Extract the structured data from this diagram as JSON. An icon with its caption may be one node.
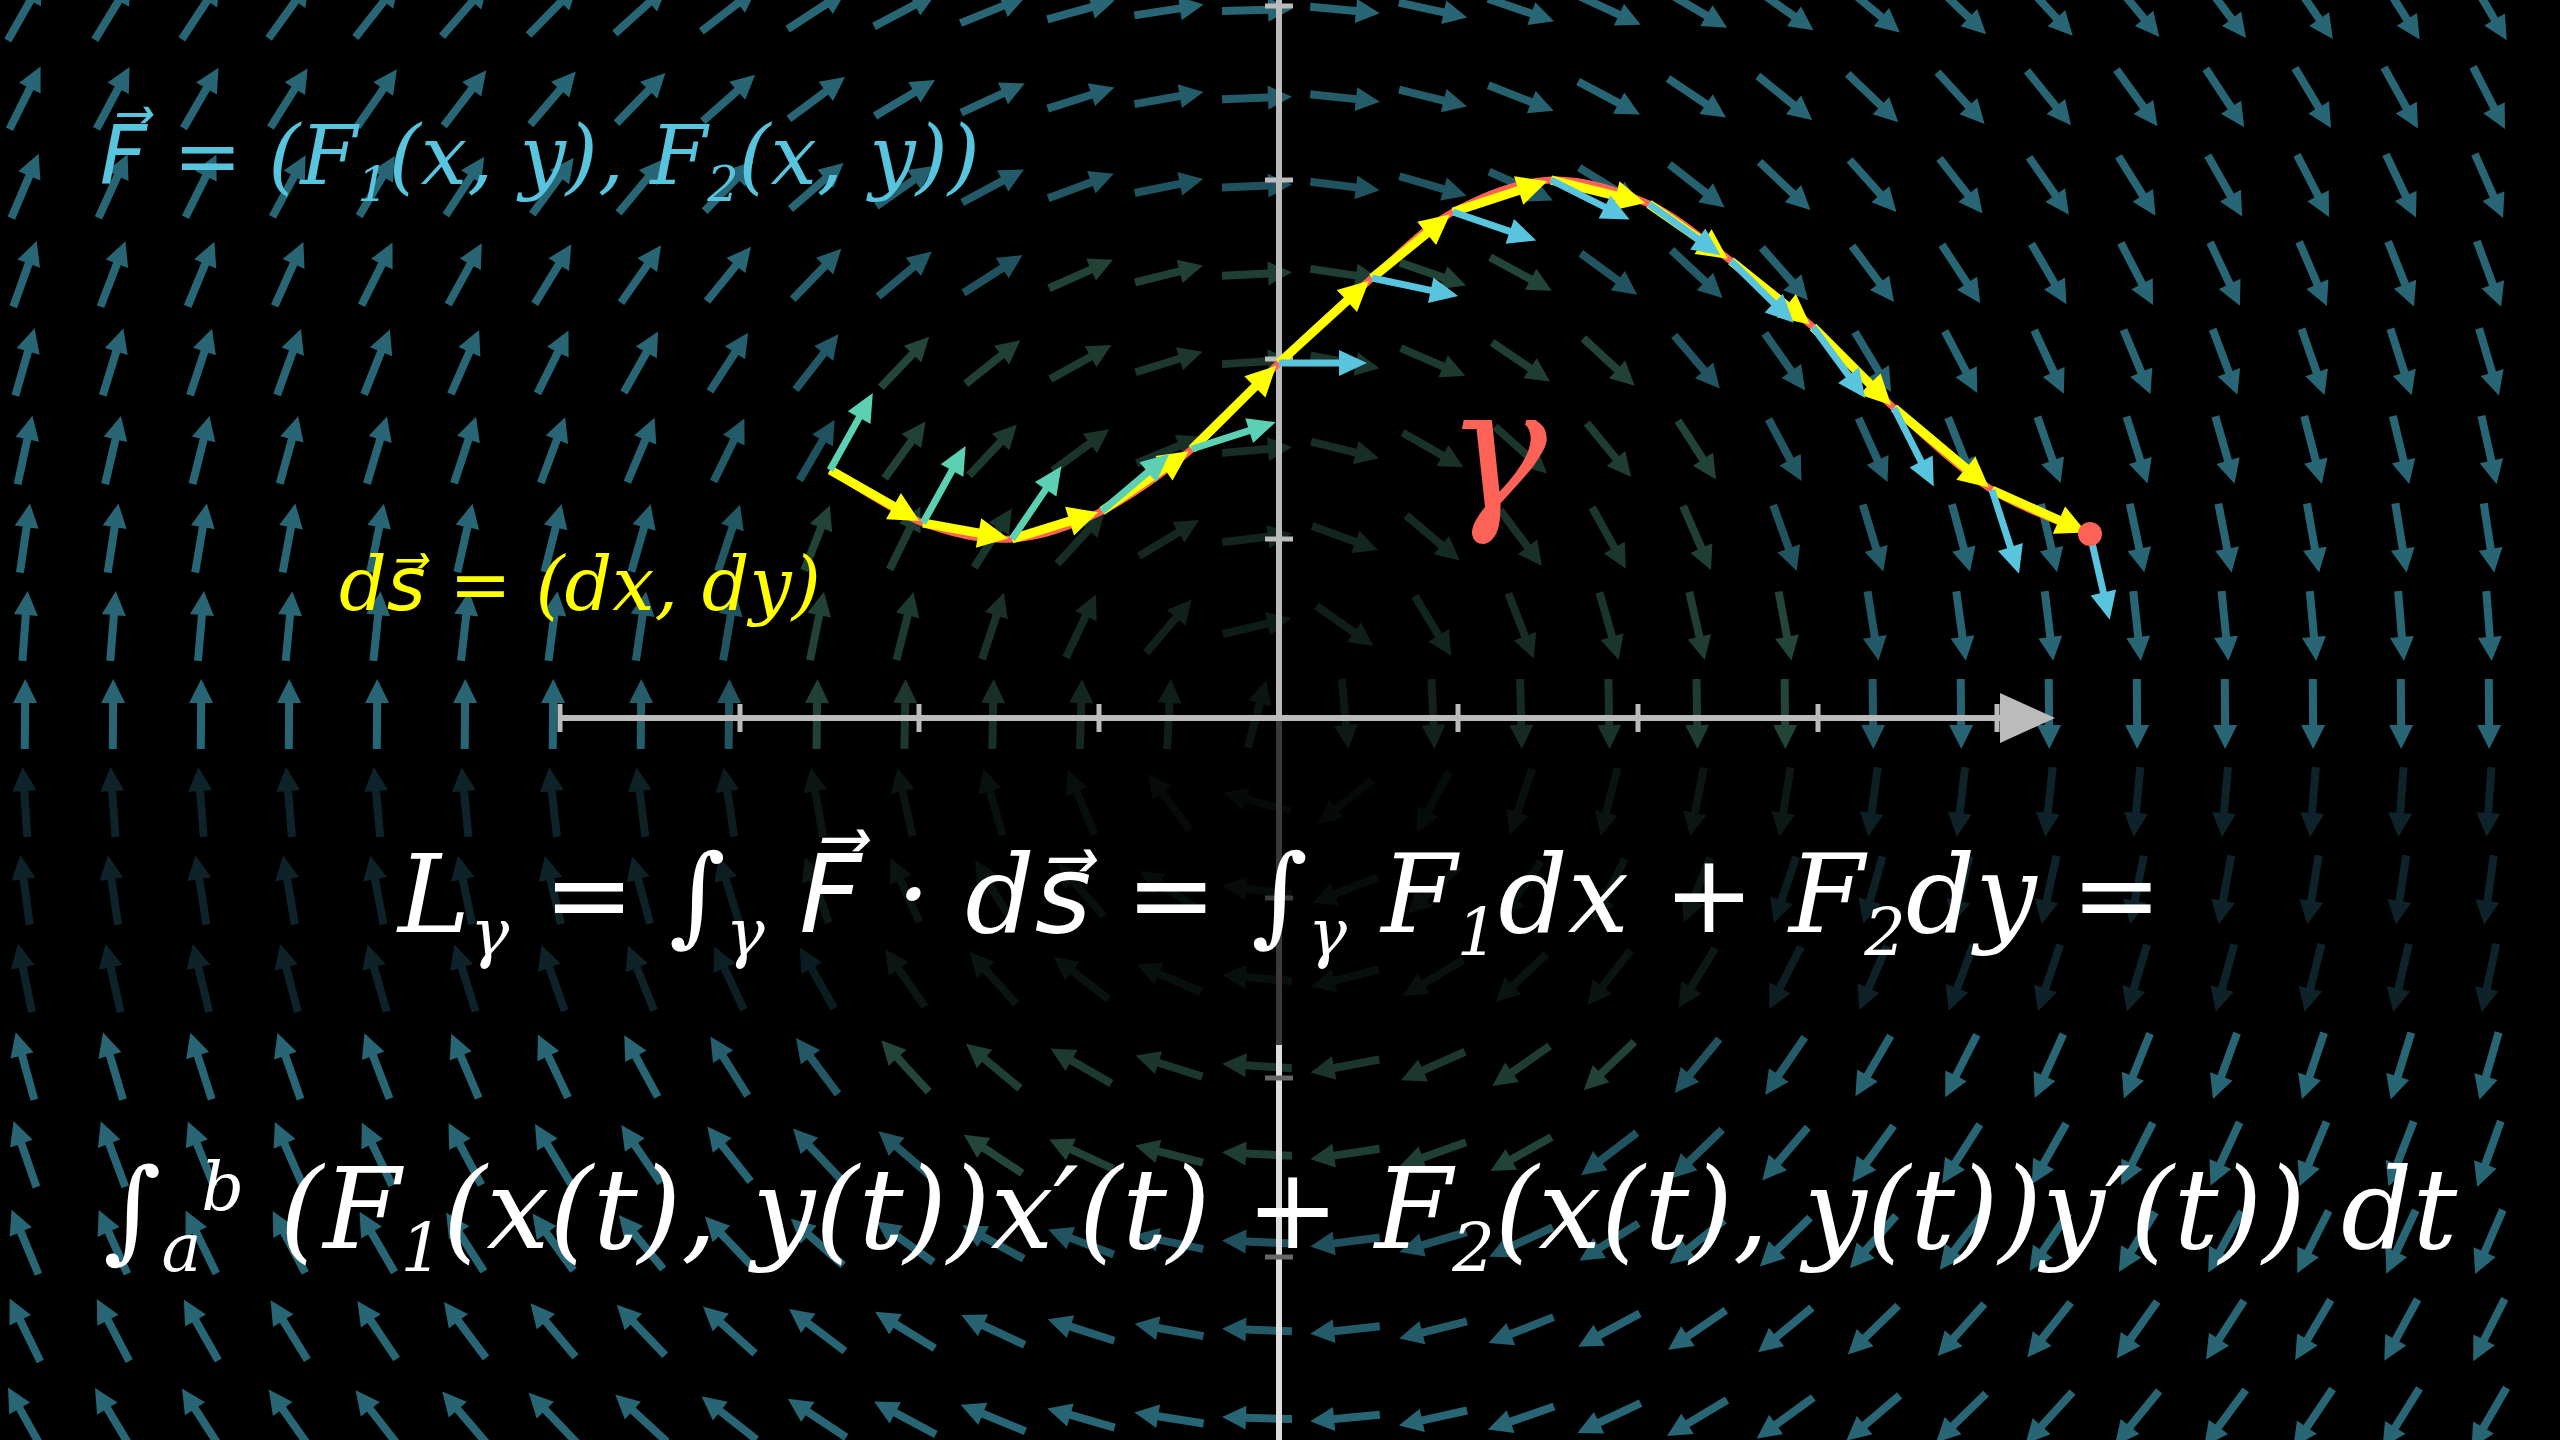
{
  "diagram": {
    "labels": [
      "F⃗ = (F$_{1}$(x, y), F$_{2}$(x, y))",
      "ds⃗ = (dx, dy)",
      "γ",
      "L$_{γ}$ = ∫$_{γ}$ F⃗ · ds⃗ = ∫$_{γ}$ F$_{1}$dx + F$_{2}$dy =",
      "∫$_{a}$$^{b}$ (F$_{1}$(x(t), y(t))x′(t) + F$_{2}$(x(t), y(t))y′(t)) dt"
    ]
  }
}
